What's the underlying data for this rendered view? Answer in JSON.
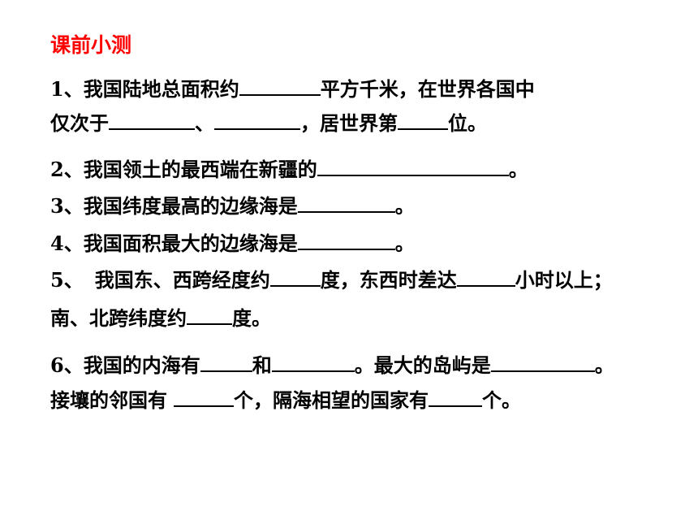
{
  "title": "课前小测",
  "q1": {
    "a": "1、我国陆地总面积约",
    "b": "平方千米，在世界各国中",
    "c": "仅次于",
    "d": "、",
    "e": "，居世界第",
    "f": "位。"
  },
  "q2": {
    "a": "2、我国领土的最西端在新疆的",
    "b": "。"
  },
  "q3": {
    "a": "3、我国纬度最高的边缘海是",
    "b": "。"
  },
  "q4": {
    "a": "4、我国面积最大的边缘海是",
    "b": "。"
  },
  "q5": {
    "a": "5、",
    "b": "我国东、西跨经度约",
    "c": "度，东西时差达",
    "d": "小时以上；",
    "e": "南、北跨纬度约",
    "f": "度。"
  },
  "q6": {
    "a": "6、我国的内海有",
    "b": "和",
    "c": "。最大的岛屿是",
    "d": "。",
    "e": "接壤的邻国有",
    "f": "个，隔海相望的国家有",
    "g": "个。"
  }
}
